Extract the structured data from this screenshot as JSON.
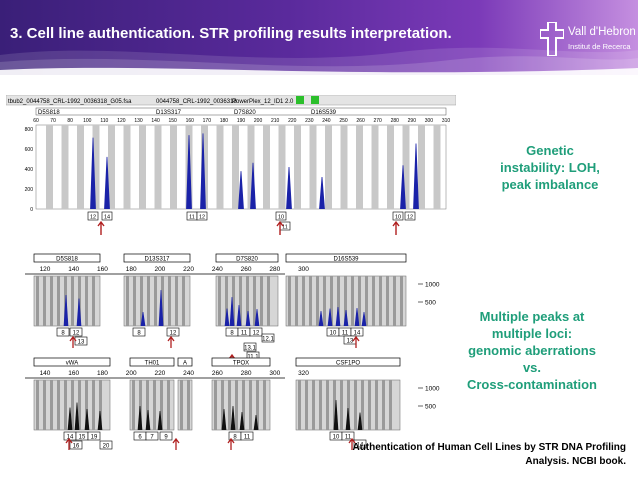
{
  "header": {
    "title": "3. Cell line authentication. STR profiling results interpretation.",
    "logo_name": "Vall d'Hebron",
    "logo_sub": "Institut de Recerca"
  },
  "top_panel": {
    "title_text": "tbub2_0044758_CRL-1992_0036318_G05.fsa",
    "title_text2": "0044758_CRL-1992_0036318",
    "title_text3": "PowerPlex_12_ID1 2.0",
    "loci": [
      "D5S818",
      "D13S317",
      "D7S820",
      "D16S539"
    ],
    "x_ticks": [
      "60",
      "70",
      "80",
      "100",
      "110",
      "120",
      "130",
      "140",
      "150",
      "160",
      "170",
      "180",
      "190",
      "200",
      "210",
      "220",
      "230",
      "240",
      "250",
      "260",
      "270",
      "280",
      "290",
      "300",
      "310"
    ],
    "y_ticks": [
      "800",
      "600",
      "400",
      "200",
      "0"
    ],
    "allele_labels": [
      "12",
      "14",
      "11",
      "12",
      "10",
      "11",
      "10",
      "12"
    ]
  },
  "bottom_panel": {
    "row1_loci": [
      "D5S818",
      "D13S317",
      "D7S820",
      "D16S539"
    ],
    "row1_ticks": [
      "120",
      "140",
      "160",
      "180",
      "200",
      "220",
      "240",
      "260",
      "280",
      "300"
    ],
    "row1_y": [
      "1000",
      "500"
    ],
    "row1_labels": [
      "8",
      "12",
      "13",
      "8",
      "12",
      "9",
      "8",
      "11",
      "12",
      "12.1",
      "13.1",
      "11.1",
      "10",
      "11",
      "14",
      "13"
    ],
    "row2_loci": [
      "vWA",
      "TH01",
      "A",
      "TPOX",
      "CSF1PO"
    ],
    "row2_ticks": [
      "140",
      "160",
      "180",
      "200",
      "220",
      "240",
      "260",
      "280",
      "300",
      "320"
    ],
    "row2_y": [
      "1000",
      "500"
    ],
    "row2_labels": [
      "14",
      "15",
      "19",
      "16",
      "20",
      "6",
      "7",
      "9",
      "8",
      "11",
      "10",
      "11",
      "14"
    ]
  },
  "notes": {
    "note1_line1": "Genetic",
    "note1_line2": "instability: LOH,",
    "note1_line3": "peak imbalance",
    "note2_line1": "Multiple peaks at",
    "note2_line2": "multiple loci:",
    "note2_line3": "genomic aberrations",
    "note2_line4": "vs.",
    "note2_line5": "Cross-contamination"
  },
  "citation": {
    "line1": "Authentication of Human Cell Lines by STR DNA Profiling",
    "line2": "Analysis. NCBI book."
  },
  "colors": {
    "peak_blue": "#1a22a8",
    "arrow_red": "#b02020",
    "note_green": "#1f9e7a"
  }
}
